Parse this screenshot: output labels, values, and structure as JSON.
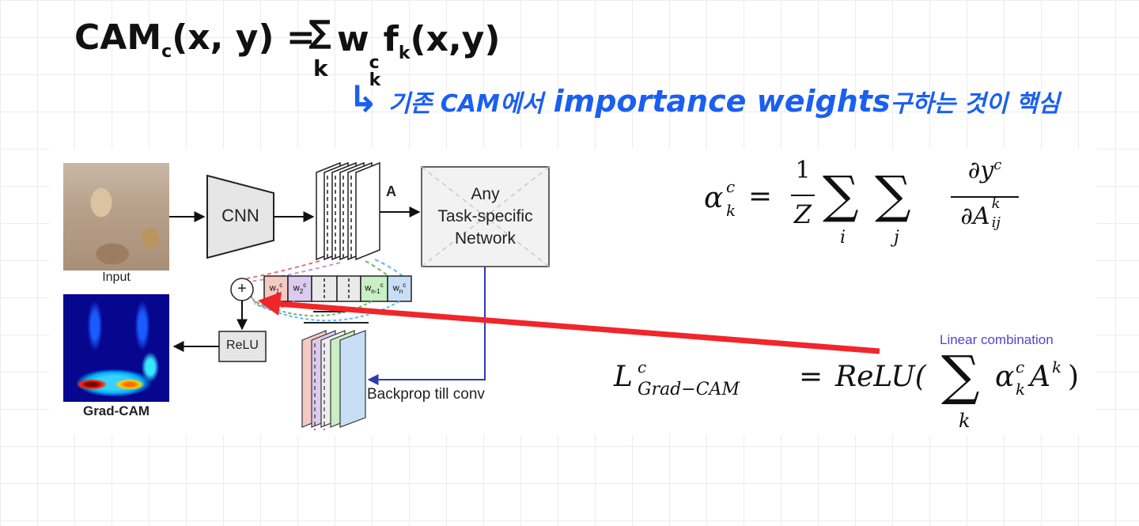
{
  "top_formula": {
    "cam_eq": "CAM",
    "cam_sub": "c",
    "cam_args": "(x, y) =",
    "sum": "∑",
    "sum_sub": "k",
    "w": "w",
    "w_sup": "c",
    "w_sub": "k",
    "f": "f",
    "f_sub": "k",
    "f_args": "(x,y)"
  },
  "note": {
    "arrow": "↳",
    "text_ko1": "기존 CAM에서",
    "text_en": "importance weights",
    "text_ko2": "구하는 것이 핵심"
  },
  "diagram": {
    "input_label": "Input",
    "gradcam_label": "Grad-CAM",
    "cnn_label": "CNN",
    "feature_label": "A",
    "network_line1": "Any",
    "network_line2": "Task-specific",
    "network_line3": "Network",
    "relu_label": "ReLU",
    "plus_symbol": "+",
    "backprop_label": "Backprop till conv",
    "weights": [
      {
        "base": "w",
        "sub": "1",
        "sup": "c",
        "color": "#f6c9c4"
      },
      {
        "base": "w",
        "sub": "2",
        "sup": "c",
        "color": "#dccbee"
      },
      {
        "base": "",
        "sub": "",
        "sup": "",
        "color": "#eaeaea"
      },
      {
        "base": "",
        "sub": "",
        "sup": "",
        "color": "#eaeaea"
      },
      {
        "base": "w",
        "sub": "n-1",
        "sup": "c",
        "color": "#c9efc4"
      },
      {
        "base": "w",
        "sub": "n",
        "sup": "c",
        "color": "#c8def5"
      }
    ],
    "colors": {
      "red_arrow": "#f0262b",
      "blue_arrow": "#2e3ab0",
      "dash_red": "#e57373",
      "dash_purple": "#b39ddb",
      "dash_green": "#66bb6a",
      "dash_blue": "#64b5f6"
    }
  },
  "alpha_formula": {
    "alpha": "α",
    "alpha_sup": "c",
    "alpha_sub": "k",
    "equals": "=",
    "frac_num": "1",
    "frac_den": "Z",
    "sum1": "∑",
    "sum1_sub": "i",
    "sum2": "∑",
    "sum2_sub": "j",
    "grad_num": "∂y",
    "grad_num_sup": "c",
    "grad_den": "∂A",
    "grad_den_sup": "k",
    "grad_den_sub": "ij"
  },
  "gradcam_formula": {
    "annotation": "Linear combination",
    "L": "L",
    "L_sup": "c",
    "L_sub": "Grad−CAM",
    "equals": "=",
    "relu": "ReLU(",
    "sum": "∑",
    "sum_sub": "k",
    "alpha": "α",
    "alpha_sup": "c",
    "alpha_sub": "k",
    "A": "A",
    "A_sup": "k",
    "close": ")"
  }
}
